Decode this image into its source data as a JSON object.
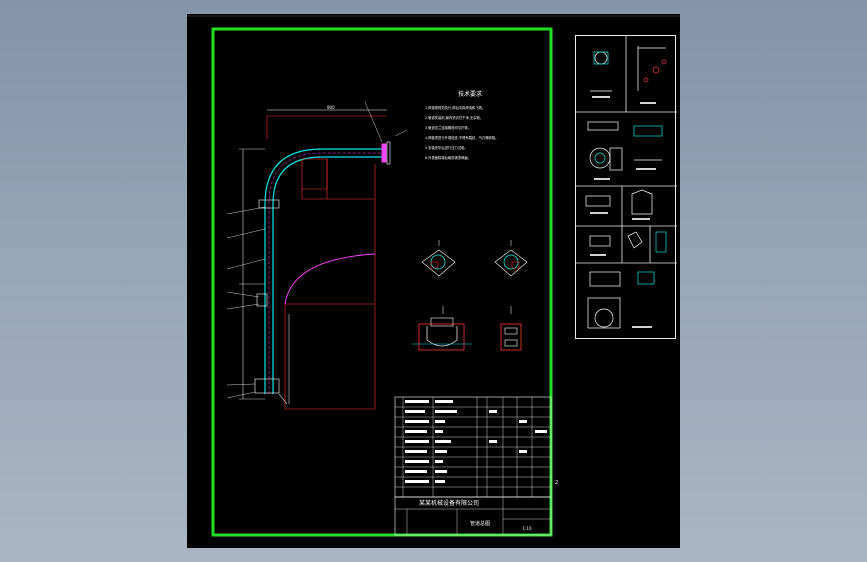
{
  "drawing": {
    "notes_title": "技术要求",
    "notes": [
      "1.焊接按规范执行,焊后清除焊渣和飞溅。",
      "2.管道安装前,管内须清扫干净,无杂物。",
      "3.管道法兰连接螺栓均匀拧紧。",
      "4.焊缝须进行外观检查,不得有裂纹、气孔等缺陷。",
      "5.安装完毕后进行压力试验。",
      "6.外表面除锈后刷防锈漆两遍。"
    ],
    "dimension_top": "900",
    "side_label": "2",
    "title_block": {
      "company": "某某机械设备有限公司",
      "drawing_name": "管道总图",
      "scale": "1:10"
    }
  },
  "colors": {
    "frame": "#22e022",
    "pipe": "#00e5e5",
    "dim": "#ffffff",
    "arc": "#ff44ff",
    "accent": "#ff3333"
  }
}
